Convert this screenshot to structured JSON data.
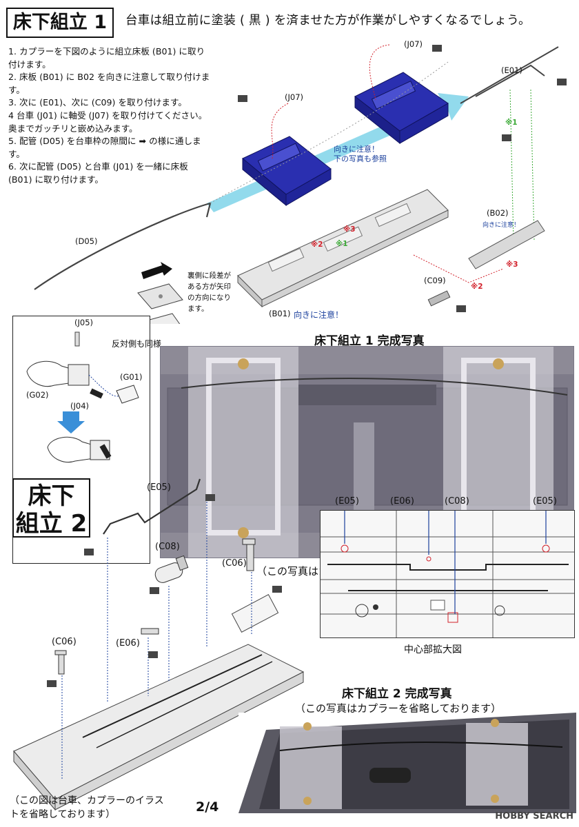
{
  "section1": {
    "title": "床下組立 1",
    "note": "台車は組立前に塗装 ( 黒 ) を済ませた方が作業がしやすくなるでしょう。",
    "steps": [
      "1. カプラーを下図のように組立床板 (B01) に取り付けます。",
      "2. 床板 (B01) に B02 を向きに注意して取り付けます。",
      "3. 次に (E01)、次に (C09) を取り付けます。",
      "4 台車 (J01) に軸受 (J07) を取り付けてください。奥までガッチリと嵌め込みます。",
      "5. 配管 (D05) を台車枠の隙間に ➡ の様に通します。",
      "6. 次に配管 (D05) と台車 (J01) を一緒に床板 (B01) に取り付けます。"
    ],
    "labels": {
      "j07_left": "(J07)",
      "j07_right": "(J07)",
      "e01": "(E01)",
      "b02": "(B02)",
      "b02_note": "向きに注意！",
      "d05": "(D05)",
      "c09": "(C09)",
      "b01": "(B01)",
      "b01_note": "向きに注意！",
      "truck_note_1": "向きに注意！",
      "truck_note_2": "下の写真も参照",
      "step_note": "裏側に段差がある方が矢印の方向になります。",
      "mark1": "※1",
      "mark2": "※2",
      "mark3": "※3"
    },
    "inset": {
      "j05": "(J05)",
      "g01": "(G01)",
      "g02": "(G02)",
      "j04": "(J04)",
      "opposite": "反対側も同様"
    },
    "photo_title": "床下組立 1 完成写真",
    "photo_caption": "（この写真はカプラーを省略しております）"
  },
  "section2": {
    "title_line1": "床下",
    "title_line2": "組立 2",
    "labels": {
      "e05": "(E05)",
      "c08": "(C08)",
      "c06_right": "(C06)",
      "c06_left": "(C06)",
      "e06": "(E06)"
    },
    "detail": {
      "e05_left": "(E05)",
      "e06": "(E06)",
      "c08": "(C08)",
      "e05_right": "(E05)",
      "caption": "中心部拡大図"
    },
    "photo_title": "床下組立 2 完成写真",
    "photo_caption": "（この写真はカプラーを省略しております）",
    "footer_note_1": "（この図は台車、カプラーのイラス",
    "footer_note_2": "トを省略しております）"
  },
  "page_number": "2/4",
  "watermark": "HOBBY SEARCH",
  "colors": {
    "truck_blue": "#2a2fb0",
    "arrow_cyan": "#7fd3e9",
    "mark_red": "#d2202a",
    "mark_green": "#3aa935",
    "guide_blue": "#1a3f9c"
  }
}
